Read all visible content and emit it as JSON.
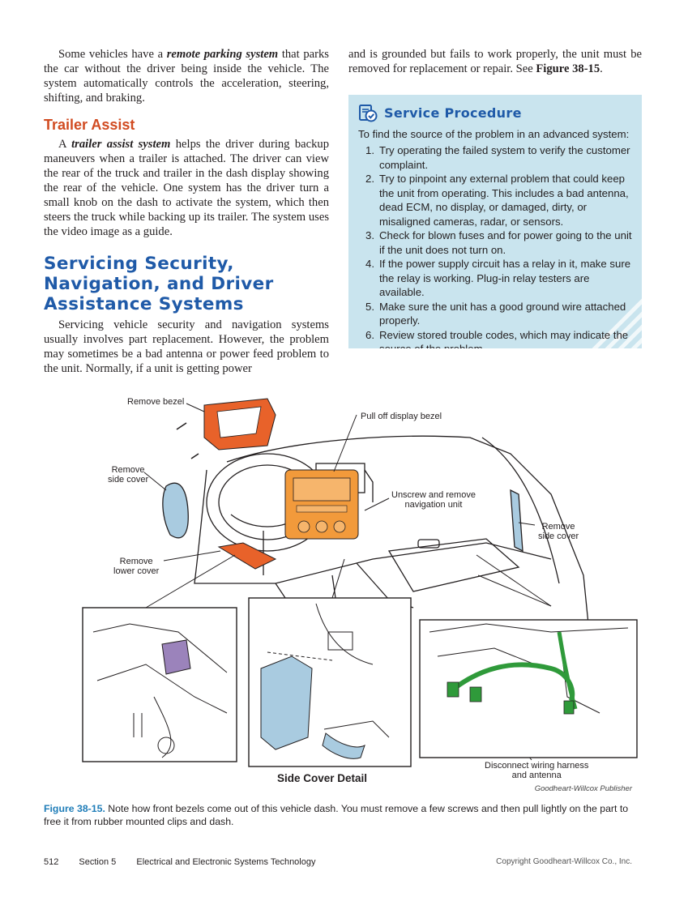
{
  "left_column": {
    "intro": {
      "before": "Some vehicles have a ",
      "term": "remote parking system",
      "after": " that parks the car without the driver being inside the vehicle. The system automatically controls the acceleration, steering, shifting, and braking."
    },
    "trailer_heading": "Trailer Assist",
    "trailer": {
      "before": "A ",
      "term": "trailer assist system",
      "after": " helps the driver during backup maneuvers when a trailer is attached. The driver can view the rear of the truck and trailer in the dash display showing the rear of the vehicle. One system has the driver turn a small knob on the dash to activate the system, which then steers the truck while backing up its trailer. The system uses the video image as a guide."
    },
    "servicing_heading_line1": "Servicing Security,",
    "servicing_heading_line2": "Navigation, and Driver",
    "servicing_heading_line3": "Assistance Systems",
    "servicing_text": "Servicing vehicle security and navigation systems usually involves part replacement. However, the problem may sometimes be a bad antenna or power feed problem to the unit. Normally, if a unit is getting power"
  },
  "right_column": {
    "continuation_before": "and is grounded but fails to work properly, the unit must be removed for replacement or repair. See ",
    "continuation_ref": "Figure 38-15",
    "continuation_after": "."
  },
  "service_procedure": {
    "title": "Service Procedure",
    "intro": "To find the source of the problem in an advanced system:",
    "steps": [
      {
        "num": "1.",
        "text": "Try operating the failed system to verify the customer complaint."
      },
      {
        "num": "2.",
        "text": "Try to pinpoint any external problem that could keep the unit from operating. This includes a bad antenna, dead ECM, no display, or damaged, dirty, or misaligned cameras, radar, or sensors."
      },
      {
        "num": "3.",
        "text": "Check for blown fuses and for power going to the unit if the unit does not turn on."
      },
      {
        "num": "4.",
        "text": "If the power supply circuit has a relay in it, make sure the relay is working. Plug-in relay testers are available."
      },
      {
        "num": "5.",
        "text": "Make sure the unit has a good ground wire attached properly."
      },
      {
        "num": "6.",
        "text": "Review stored trouble codes, which may indicate the source of the problem."
      }
    ]
  },
  "figure": {
    "labels": {
      "remove_bezel": "Remove bezel",
      "pull_off_display_bezel": "Pull off display bezel",
      "remove_side_cover_left_1": "Remove",
      "remove_side_cover_left_2": "side cover",
      "unscrew_nav_1": "Unscrew and remove",
      "unscrew_nav_2": "navigation unit",
      "remove_side_cover_right_1": "Remove",
      "remove_side_cover_right_2": "side cover",
      "remove_lower_cover_1": "Remove",
      "remove_lower_cover_2": "lower cover",
      "disconnect_1": "Disconnect wiring harness",
      "disconnect_2": "and antenna",
      "side_cover_detail": "Side Cover Detail"
    },
    "credit": "Goodheart-Willcox Publisher",
    "caption_number": "Figure 38-15.",
    "caption_text": " Note how front bezels come out of this vehicle dash. You must remove a few screws and then pull lightly on the part to free it from rubber mounted clips and dash."
  },
  "footer": {
    "page_number": "512",
    "section": "Section 5",
    "section_title": "Electrical and Electronic Systems Technology",
    "copyright": "Copyright Goodheart-Willcox Co., Inc."
  },
  "colors": {
    "heading_orange": "#d14b21",
    "heading_blue": "#1f5aa8",
    "box_bg": "#c9e4ee",
    "caption_blue": "#1f7db8"
  },
  "icons": {
    "service_procedure": "clipboard-check-icon"
  }
}
